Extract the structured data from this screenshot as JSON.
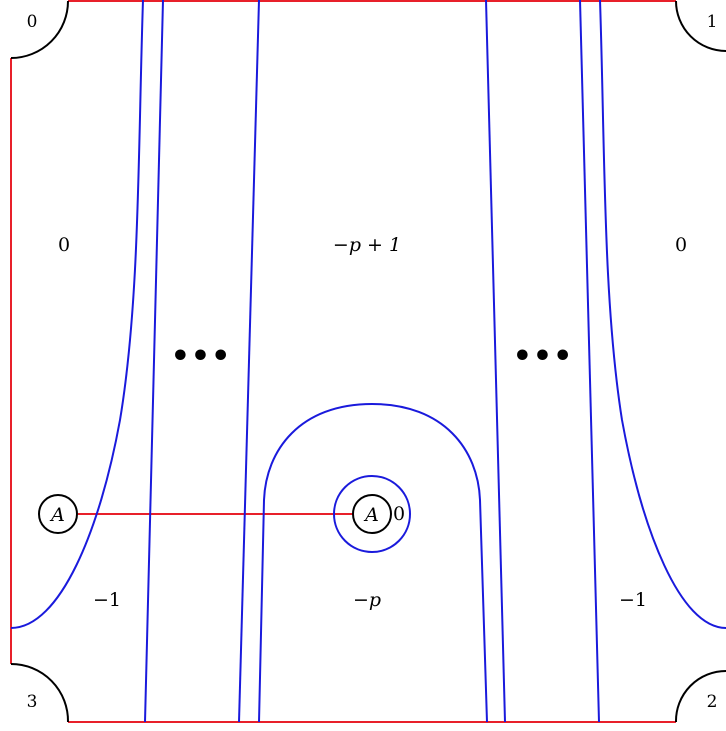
{
  "colors": {
    "boundary": "#e8202a",
    "curve": "#1a1adc",
    "arc": "#000000"
  },
  "corners": [
    "0",
    "1",
    "2",
    "3"
  ],
  "region_labels": {
    "top_left": "0",
    "top_center": "−p + 1",
    "top_right": "0",
    "bottom_left": "−1",
    "bottom_center": "−p",
    "bottom_right": "−1",
    "inner_circle": "0"
  },
  "ellipsis": "•••",
  "marker_left": "A",
  "marker_center": "A"
}
